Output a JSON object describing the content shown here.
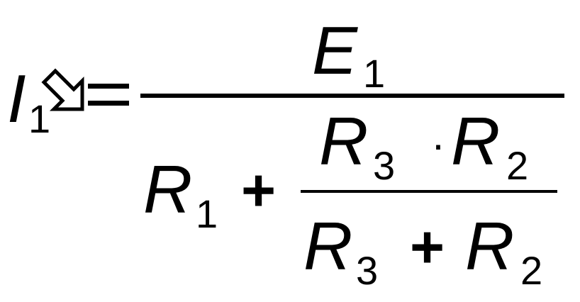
{
  "formula": {
    "lhs": {
      "symbol": "I",
      "subscript": "1"
    },
    "equals": "=",
    "numerator": {
      "symbol": "E",
      "subscript": "1"
    },
    "denominator": {
      "term1": {
        "symbol": "R",
        "subscript": "1"
      },
      "plus": "+",
      "inner_fraction": {
        "numerator": {
          "a": {
            "symbol": "R",
            "subscript": "3"
          },
          "dot": "·",
          "b": {
            "symbol": "R",
            "subscript": "2"
          }
        },
        "denominator": {
          "a": {
            "symbol": "R",
            "subscript": "3"
          },
          "plus": "+",
          "b": {
            "symbol": "R",
            "subscript": "2"
          }
        }
      }
    }
  },
  "icons": {
    "arrow": "arrow-down-right-icon"
  },
  "colors": {
    "ink": "#000000",
    "background": "#ffffff"
  }
}
